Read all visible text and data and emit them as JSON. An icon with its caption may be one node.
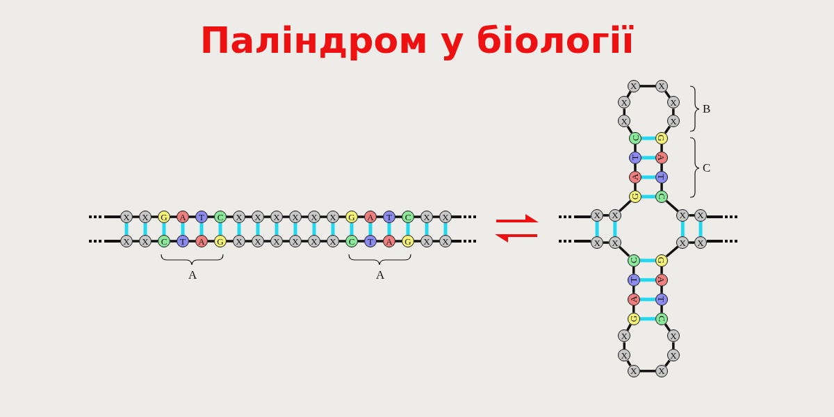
{
  "diagram": {
    "title": "Паліндром у біології",
    "nodes": [
      {
        "text": [
          "X"
        ]
      },
      {
        "text": [
          "X"
        ]
      },
      {
        "text": [
          "G"
        ]
      },
      {
        "text": [
          "A"
        ]
      },
      {
        "text": [
          "T"
        ]
      },
      {
        "text": [
          "C"
        ]
      },
      {
        "text": [
          "X"
        ]
      },
      {
        "text": [
          "X"
        ]
      },
      {
        "text": [
          "X"
        ]
      },
      {
        "text": [
          "X"
        ]
      },
      {
        "text": [
          "X"
        ]
      },
      {
        "text": [
          "X"
        ]
      },
      {
        "text": [
          "G"
        ]
      },
      {
        "text": [
          "A"
        ]
      },
      {
        "text": [
          "T"
        ]
      },
      {
        "text": [
          "C"
        ]
      },
      {
        "text": [
          "X"
        ]
      },
      {
        "text": [
          "X"
        ]
      },
      {
        "text": [
          "X"
        ]
      },
      {
        "text": [
          "X"
        ]
      },
      {
        "text": [
          "C"
        ]
      },
      {
        "text": [
          "T"
        ]
      },
      {
        "text": [
          "A"
        ]
      },
      {
        "text": [
          "G"
        ]
      },
      {
        "text": [
          "X"
        ]
      },
      {
        "text": [
          "X"
        ]
      },
      {
        "text": [
          "X"
        ]
      },
      {
        "text": [
          "X"
        ]
      },
      {
        "text": [
          "X"
        ]
      },
      {
        "text": [
          "X"
        ]
      },
      {
        "text": [
          "C"
        ]
      },
      {
        "text": [
          "T"
        ]
      },
      {
        "text": [
          "A"
        ]
      },
      {
        "text": [
          "G"
        ]
      },
      {
        "text": [
          "X"
        ]
      },
      {
        "text": [
          "X"
        ]
      },
      {
        "text": [
          "X"
        ]
      },
      {
        "text": [
          "X"
        ]
      },
      {
        "text": [
          "X"
        ]
      },
      {
        "text": [
          "X"
        ]
      },
      {
        "text": [
          "X"
        ]
      },
      {
        "text": [
          "X"
        ]
      },
      {
        "text": [
          "X"
        ]
      },
      {
        "text": [
          "X"
        ]
      },
      {
        "text": [
          "G"
        ]
      },
      {
        "text": [
          "A"
        ]
      },
      {
        "text": [
          "T"
        ]
      },
      {
        "text": [
          "C"
        ]
      },
      {
        "text": [
          "X"
        ]
      },
      {
        "text": [
          "X"
        ]
      },
      {
        "text": [
          "X"
        ]
      },
      {
        "text": [
          "X"
        ]
      },
      {
        "text": [
          "X"
        ]
      },
      {
        "text": [
          "X"
        ]
      },
      {
        "text": [
          "G"
        ]
      },
      {
        "text": [
          "A"
        ]
      },
      {
        "text": [
          "T"
        ]
      },
      {
        "text": [
          "C"
        ]
      },
      {
        "text": [
          "C"
        ]
      },
      {
        "text": [
          "T"
        ]
      },
      {
        "text": [
          "A"
        ]
      },
      {
        "text": [
          "G"
        ]
      },
      {
        "text": [
          "X"
        ]
      },
      {
        "text": [
          "X"
        ]
      },
      {
        "text": [
          "X"
        ]
      },
      {
        "text": [
          "X"
        ]
      },
      {
        "text": [
          "X"
        ]
      },
      {
        "text": [
          "X"
        ]
      },
      {
        "text": [
          "C"
        ]
      },
      {
        "text": [
          "T"
        ]
      },
      {
        "text": [
          "A"
        ]
      },
      {
        "text": [
          "G"
        ]
      }
    ],
    "edges": [
      {
        "from": 0,
        "to": 1,
        "arrow": "none"
      },
      {
        "from": 1,
        "to": 2,
        "arrow": "none"
      },
      {
        "from": 2,
        "to": 3,
        "arrow": "none"
      },
      {
        "from": 3,
        "to": 4,
        "arrow": "none"
      },
      {
        "from": 4,
        "to": 5,
        "arrow": "none"
      },
      {
        "from": 5,
        "to": 6,
        "arrow": "none"
      },
      {
        "from": 6,
        "to": 7,
        "arrow": "none"
      },
      {
        "from": 7,
        "to": 8,
        "arrow": "none"
      },
      {
        "from": 8,
        "to": 9,
        "arrow": "none"
      },
      {
        "from": 9,
        "to": 10,
        "arrow": "none"
      },
      {
        "from": 10,
        "to": 11,
        "arrow": "none"
      },
      {
        "from": 11,
        "to": 12,
        "arrow": "none"
      },
      {
        "from": 12,
        "to": 13,
        "arrow": "none"
      },
      {
        "from": 13,
        "to": 14,
        "arrow": "none"
      },
      {
        "from": 14,
        "to": 15,
        "arrow": "none"
      },
      {
        "from": 15,
        "to": 16,
        "arrow": "none"
      },
      {
        "from": 16,
        "to": 17,
        "arrow": "none"
      },
      {
        "from": 18,
        "to": 19,
        "arrow": "none"
      },
      {
        "from": 19,
        "to": 20,
        "arrow": "none"
      },
      {
        "from": 20,
        "to": 21,
        "arrow": "none"
      },
      {
        "from": 21,
        "to": 22,
        "arrow": "none"
      },
      {
        "from": 22,
        "to": 23,
        "arrow": "none"
      },
      {
        "from": 23,
        "to": 24,
        "arrow": "none"
      },
      {
        "from": 24,
        "to": 25,
        "arrow": "none"
      },
      {
        "from": 25,
        "to": 26,
        "arrow": "none"
      },
      {
        "from": 26,
        "to": 27,
        "arrow": "none"
      },
      {
        "from": 27,
        "to": 28,
        "arrow": "none"
      },
      {
        "from": 28,
        "to": 29,
        "arrow": "none"
      },
      {
        "from": 29,
        "to": 30,
        "arrow": "none"
      },
      {
        "from": 30,
        "to": 31,
        "arrow": "none"
      },
      {
        "from": 31,
        "to": 32,
        "arrow": "none"
      },
      {
        "from": 32,
        "to": 33,
        "arrow": "none"
      },
      {
        "from": 33,
        "to": 34,
        "arrow": "none"
      },
      {
        "from": 34,
        "to": 35,
        "arrow": "none"
      },
      {
        "from": 0,
        "to": 18,
        "arrow": "none",
        "color": "#22d8ee"
      },
      {
        "from": 1,
        "to": 19,
        "arrow": "none",
        "color": "#22d8ee"
      },
      {
        "from": 2,
        "to": 20,
        "arrow": "none",
        "color": "#22d8ee"
      },
      {
        "from": 3,
        "to": 21,
        "arrow": "none",
        "color": "#22d8ee"
      },
      {
        "from": 4,
        "to": 22,
        "arrow": "none",
        "color": "#22d8ee"
      },
      {
        "from": 5,
        "to": 23,
        "arrow": "none",
        "color": "#22d8ee"
      },
      {
        "from": 6,
        "to": 24,
        "arrow": "none",
        "color": "#22d8ee"
      },
      {
        "from": 7,
        "to": 25,
        "arrow": "none",
        "color": "#22d8ee"
      },
      {
        "from": 8,
        "to": 26,
        "arrow": "none",
        "color": "#22d8ee"
      },
      {
        "from": 9,
        "to": 27,
        "arrow": "none",
        "color": "#22d8ee"
      },
      {
        "from": 10,
        "to": 28,
        "arrow": "none",
        "color": "#22d8ee"
      },
      {
        "from": 11,
        "to": 29,
        "arrow": "none",
        "color": "#22d8ee"
      },
      {
        "from": 12,
        "to": 30,
        "arrow": "none",
        "color": "#22d8ee"
      },
      {
        "from": 13,
        "to": 31,
        "arrow": "none",
        "color": "#22d8ee"
      },
      {
        "from": 14,
        "to": 32,
        "arrow": "none",
        "color": "#22d8ee"
      },
      {
        "from": 15,
        "to": 33,
        "arrow": "none",
        "color": "#22d8ee"
      },
      {
        "from": 16,
        "to": 34,
        "arrow": "none",
        "color": "#22d8ee"
      },
      {
        "from": 17,
        "to": 35,
        "arrow": "none",
        "color": "#22d8ee"
      },
      {
        "from": 36,
        "to": 37,
        "arrow": "none"
      },
      {
        "from": 38,
        "to": 39,
        "arrow": "none"
      },
      {
        "from": 40,
        "to": 41,
        "arrow": "none"
      },
      {
        "from": 42,
        "to": 43,
        "arrow": "none"
      },
      {
        "from": 36,
        "to": 38,
        "arrow": "none",
        "color": "#22d8ee"
      },
      {
        "from": 37,
        "to": 39,
        "arrow": "none",
        "color": "#22d8ee"
      },
      {
        "from": 40,
        "to": 42,
        "arrow": "none",
        "color": "#22d8ee"
      },
      {
        "from": 41,
        "to": 43,
        "arrow": "none",
        "color": "#22d8ee"
      },
      {
        "from": 37,
        "to": 44,
        "arrow": "none"
      },
      {
        "from": 57,
        "to": 40,
        "arrow": "none"
      },
      {
        "from": 39,
        "to": 58,
        "arrow": "none"
      },
      {
        "from": 71,
        "to": 42,
        "arrow": "none"
      },
      {
        "from": 44,
        "to": 45,
        "arrow": "none"
      },
      {
        "from": 45,
        "to": 46,
        "arrow": "none"
      },
      {
        "from": 46,
        "to": 47,
        "arrow": "none"
      },
      {
        "from": 47,
        "to": 48,
        "arrow": "none"
      },
      {
        "from": 48,
        "to": 49,
        "arrow": "none"
      },
      {
        "from": 49,
        "to": 50,
        "arrow": "none"
      },
      {
        "from": 50,
        "to": 51,
        "arrow": "none"
      },
      {
        "from": 51,
        "to": 52,
        "arrow": "none"
      },
      {
        "from": 52,
        "to": 53,
        "arrow": "none"
      },
      {
        "from": 53,
        "to": 54,
        "arrow": "none"
      },
      {
        "from": 54,
        "to": 55,
        "arrow": "none"
      },
      {
        "from": 55,
        "to": 56,
        "arrow": "none"
      },
      {
        "from": 56,
        "to": 57,
        "arrow": "none"
      },
      {
        "from": 58,
        "to": 59,
        "arrow": "none"
      },
      {
        "from": 59,
        "to": 60,
        "arrow": "none"
      },
      {
        "from": 60,
        "to": 61,
        "arrow": "none"
      },
      {
        "from": 61,
        "to": 62,
        "arrow": "none"
      },
      {
        "from": 62,
        "to": 63,
        "arrow": "none"
      },
      {
        "from": 63,
        "to": 64,
        "arrow": "none"
      },
      {
        "from": 64,
        "to": 65,
        "arrow": "none"
      },
      {
        "from": 65,
        "to": 66,
        "arrow": "none"
      },
      {
        "from": 66,
        "to": 67,
        "arrow": "none"
      },
      {
        "from": 67,
        "to": 68,
        "arrow": "none"
      },
      {
        "from": 68,
        "to": 69,
        "arrow": "none"
      },
      {
        "from": 69,
        "to": 70,
        "arrow": "none"
      },
      {
        "from": 70,
        "to": 71,
        "arrow": "none"
      },
      {
        "from": 44,
        "to": 57,
        "arrow": "none",
        "color": "#22d8ee"
      },
      {
        "from": 45,
        "to": 56,
        "arrow": "none",
        "color": "#22d8ee"
      },
      {
        "from": 46,
        "to": 55,
        "arrow": "none",
        "color": "#22d8ee"
      },
      {
        "from": 47,
        "to": 54,
        "arrow": "none",
        "color": "#22d8ee"
      },
      {
        "from": 58,
        "to": 71,
        "arrow": "none",
        "color": "#22d8ee"
      },
      {
        "from": 59,
        "to": 70,
        "arrow": "none",
        "color": "#22d8ee"
      },
      {
        "from": 60,
        "to": 69,
        "arrow": "none",
        "color": "#22d8ee"
      },
      {
        "from": 61,
        "to": 68,
        "arrow": "none",
        "color": "#22d8ee"
      }
    ],
    "labels": [
      "B",
      "C",
      "A",
      "A"
    ]
  }
}
